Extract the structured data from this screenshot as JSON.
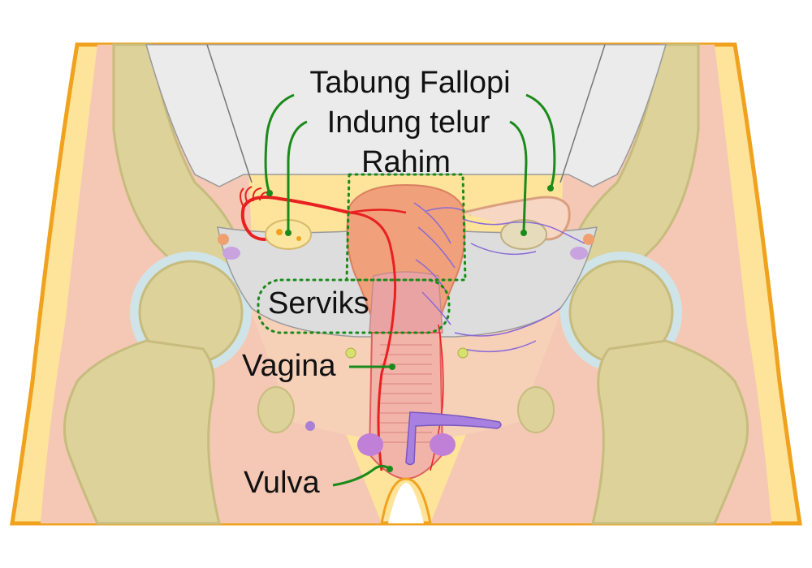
{
  "labels": {
    "fallopian_tube": "Tabung Fallopi",
    "ovary": "Indung telur",
    "uterus": "Rahim",
    "cervix": "Serviks",
    "vagina": "Vagina",
    "vulva": "Vulva"
  },
  "colors": {
    "pointer": "#1a8a1a",
    "skin": "#fde49a",
    "skin_outline": "#f0a21e",
    "muscle": "#f4c8b4",
    "bone": "#dcd29a",
    "bone_outline": "#c7bc7e",
    "cartilage": "#cfe4e8",
    "peritoneum": "#ebebeb",
    "organ": "#f0a07a",
    "artery": "#e82020",
    "vein": "#8a6ad8",
    "cavity": "#dddddd"
  }
}
